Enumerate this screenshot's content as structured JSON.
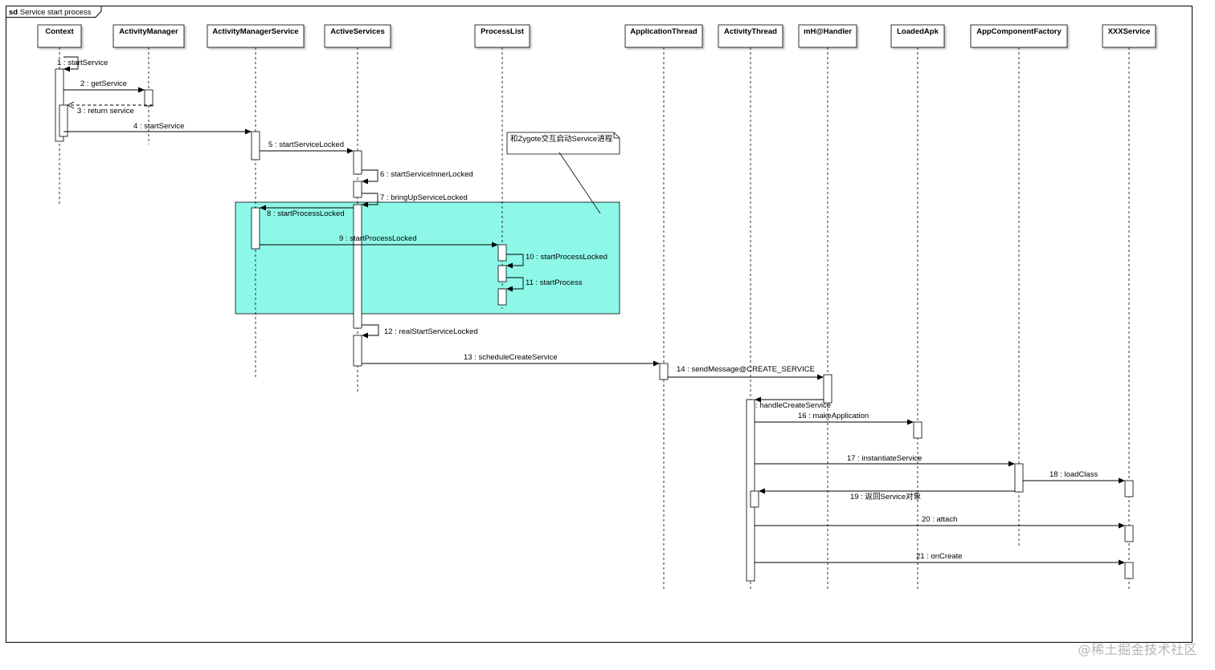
{
  "diagram": {
    "frame_keyword": "sd",
    "frame_title": "Service start process",
    "note_text": "和Zygote交互启动Service进程",
    "participants": [
      "Context",
      "ActivityManager",
      "ActivityManagerService",
      "ActiveServices",
      "ProcessList",
      "ApplicationThread",
      "ActivityThread",
      "mH@Handler",
      "LoadedApk",
      "AppComponentFactory",
      "XXXService"
    ],
    "messages": [
      "1 : startService",
      "2 : getService",
      "3 : return service",
      "4 : startService",
      "5 : startServiceLocked",
      "6 : startServiceInnerLocked",
      "7 : bringUpServiceLocked",
      "8 : startProcessLocked",
      "9 : startProcessLocked",
      "10 : startProcessLocked",
      "11 : startProcess",
      "12 : realStartServiceLocked",
      "13 : scheduleCreateService",
      "14 : sendMessage@CREATE_SERVICE",
      ": handleCreateService",
      "16 : makeApplication",
      "17 : instantiateService",
      "18 : loadClass",
      "19 : 返回Service对象",
      "20 : attach",
      "21 : onCreate"
    ],
    "highlight_color": "#8ef8e8",
    "watermark": "@稀土掘金技术社区"
  }
}
